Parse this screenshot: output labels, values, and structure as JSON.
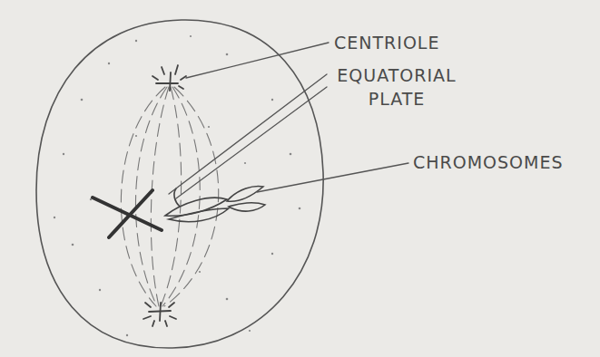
{
  "diagram": {
    "labels": [
      "CENTRIOLE",
      "EQUATORIAL PLATE",
      "CHROMOSOMES"
    ]
  }
}
